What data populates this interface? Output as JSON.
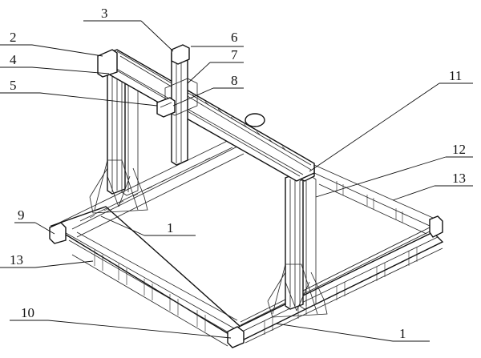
{
  "labels": {
    "n3": "3",
    "n6": "6",
    "n7": "7",
    "n8": "8",
    "n2": "2",
    "n4": "4",
    "n5": "5",
    "n11": "11",
    "n12": "12",
    "n13_right": "13",
    "n9": "9",
    "n1_upper": "1",
    "n13_left": "13",
    "n10": "10",
    "n1_lower": "1"
  },
  "colors": {
    "line": "#111111",
    "background": "#ffffff"
  }
}
